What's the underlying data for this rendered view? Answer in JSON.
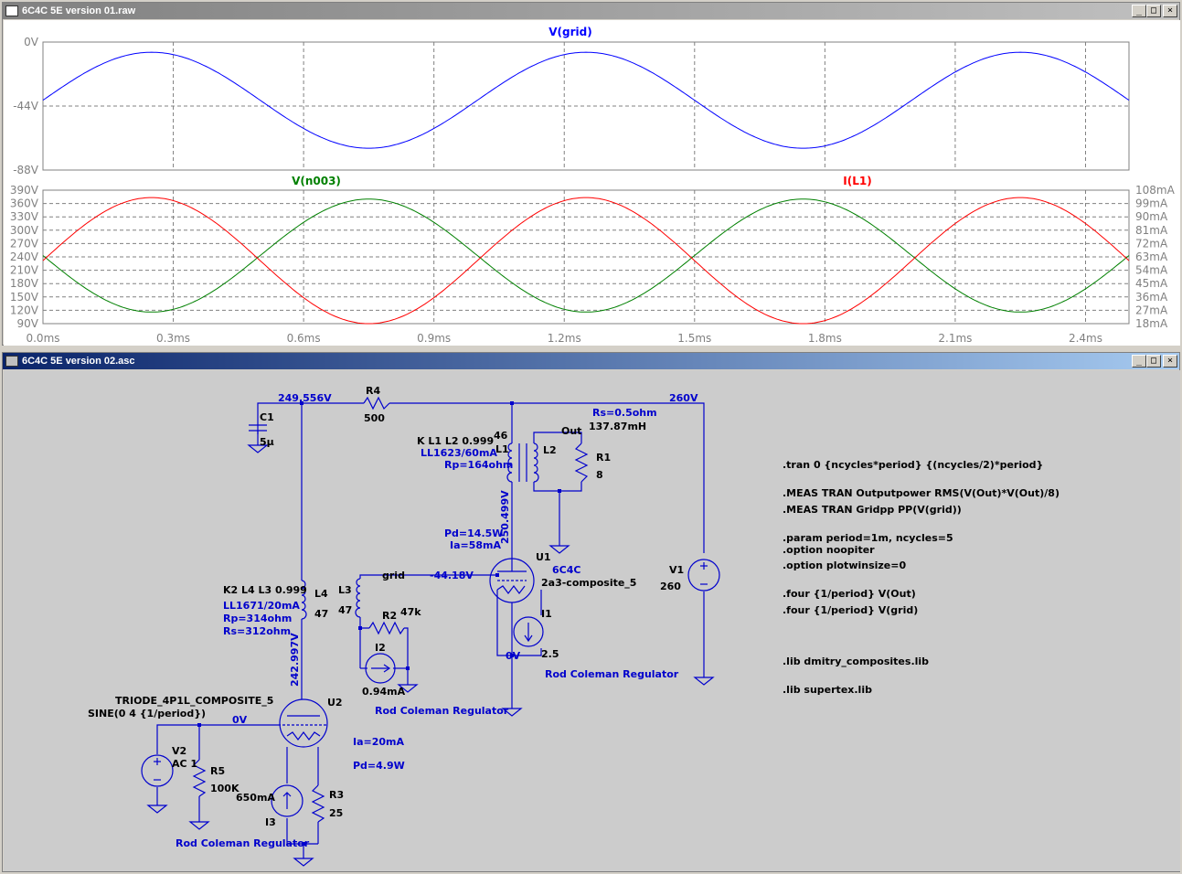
{
  "plot_window": {
    "title": "6C4C 5E version 01.raw",
    "buttons": {
      "minimize": "_",
      "maximize": "□",
      "close": "×"
    }
  },
  "schematic_window": {
    "title": "6C4C 5E version 02.asc",
    "buttons": {
      "minimize": "_",
      "maximize": "□",
      "close": "×"
    }
  },
  "chart_data": [
    {
      "type": "line",
      "title": "V(grid)",
      "y_ticks": [
        "0V",
        "-44V",
        "-88V"
      ],
      "ylim": [
        -88,
        0
      ],
      "grid": true,
      "series": [
        {
          "name": "V(grid)",
          "color": "#0000ff",
          "shape": "sine",
          "offset": -40,
          "amplitude": 33,
          "period_ms": 1.0,
          "phase": "max at 0.25ms"
        }
      ]
    },
    {
      "type": "line",
      "left_series_label": "V(n003)",
      "right_series_label": "I(L1)",
      "y_ticks_left": [
        "390V",
        "360V",
        "330V",
        "300V",
        "270V",
        "240V",
        "210V",
        "180V",
        "150V",
        "120V",
        "90V"
      ],
      "y_ticks_right": [
        "108mA",
        "99mA",
        "90mA",
        "81mA",
        "72mA",
        "63mA",
        "54mA",
        "45mA",
        "36mA",
        "27mA",
        "18mA"
      ],
      "ylim_left": [
        90,
        390
      ],
      "ylim_right": [
        18,
        108
      ],
      "x_ticks": [
        "0.0ms",
        "0.3ms",
        "0.6ms",
        "0.9ms",
        "1.2ms",
        "1.5ms",
        "1.8ms",
        "2.1ms",
        "2.4ms"
      ],
      "xlim_ms": [
        0,
        2.5
      ],
      "grid": true,
      "series": [
        {
          "name": "V(n003)",
          "color": "#008000",
          "axis": "left",
          "values_note": "sine 116V..370V, period 1ms, minimum at 0.25ms"
        },
        {
          "name": "I(L1)",
          "color": "#ff0000",
          "axis": "right",
          "values_note": "sine 18mA..103mA, period 1ms, maximum at 0.25ms"
        }
      ],
      "green": {
        "min": 116,
        "max": 370
      },
      "red": {
        "min": 18,
        "max": 103
      }
    }
  ],
  "schematic": {
    "net_labels": {
      "v249": "249.556V",
      "v260": "260V",
      "v250": "250.499V",
      "v243": "242.997V",
      "grid_net": "grid",
      "grid_v": "-44.18V",
      "ov1": "0V",
      "ov2": "0V",
      "out": "Out"
    },
    "components": {
      "r4": "R4",
      "r4v": "500",
      "c1": "C1",
      "c1v": "5µ",
      "rs": "Rs=0.5ohm",
      "ind": "137.87mH",
      "k1": "K L1 L2 0.999",
      "ll1623": "LL1623/60mA",
      "rp164": "Rp=164ohm",
      "l1": "L1",
      "n46": "46",
      "l2": "L2",
      "r1": "R1",
      "r1v": "8",
      "pd145": "Pd=14.5W",
      "ia58": "Ia=58mA",
      "u1": "U1",
      "u1m": "6C4C",
      "u1v": "2a3-composite_5",
      "i1": "I1",
      "i1v": "2.5",
      "rcr1": "Rod Coleman Regulator",
      "v1": "V1",
      "v1v": "260",
      "k2": "K2 L4 L3 0.999",
      "ll1671": "LL1671/20mA",
      "rp314": "Rp=314ohm",
      "rs312": "Rs=312ohm",
      "l4": "L4",
      "n47a": "47",
      "l3": "L3",
      "n47b": "47",
      "r2": "R2",
      "r2v": "47k",
      "i2": "I2",
      "i2v": "0.94mA",
      "rcr2": "Rod Coleman Regulator",
      "triode": "TRIODE_4P1L_COMPOSITE_5",
      "sine": "SINE(0 4 {1/period})",
      "u2": "U2",
      "ia20": "Ia=20mA",
      "pd49": "Pd=4.9W",
      "v2": "V2",
      "ac": "AC 1",
      "r5": "R5",
      "r5v": "100K",
      "i3v": "650mA",
      "i3": "I3",
      "r3": "R3",
      "r3v": "25",
      "rcr3": "Rod Coleman Regulator"
    },
    "directives": [
      ".tran 0 {ncycles*period} {(ncycles/2)*period}",
      ".MEAS TRAN Outputpower  RMS(V(Out)*V(Out)/8)",
      ".MEAS TRAN Gridpp PP(V(grid))",
      ".param period=1m, ncycles=5",
      ".option noopiter",
      ".option plotwinsize=0",
      ".four {1/period} V(Out)",
      ".four {1/period} V(grid)",
      ".lib dmitry_composites.lib",
      ".lib supertex.lib"
    ]
  }
}
